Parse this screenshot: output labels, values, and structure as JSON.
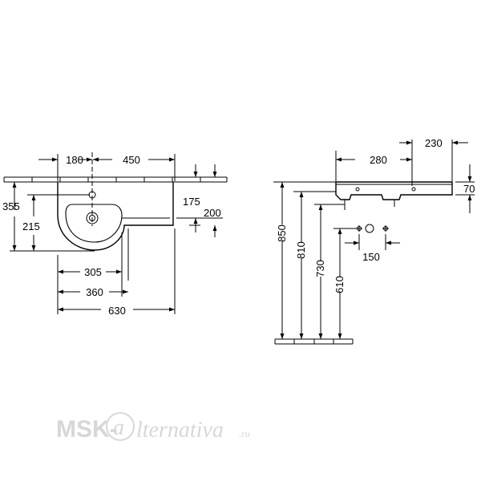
{
  "top_view": {
    "dims": {
      "d180": "180",
      "d450": "450",
      "d355": "355",
      "d215": "215",
      "d175": "175",
      "d200": "200",
      "d305": "305",
      "d360": "360",
      "d630": "630"
    }
  },
  "side_view": {
    "dims": {
      "d230": "230",
      "d280": "280",
      "d70": "70",
      "d150": "150",
      "d850": "850",
      "d810": "810",
      "d730": "730",
      "d610": "610"
    }
  },
  "watermark": {
    "prefix": "MSK-",
    "at": "a",
    "word": "lternativa",
    "suffix": ".ru"
  }
}
